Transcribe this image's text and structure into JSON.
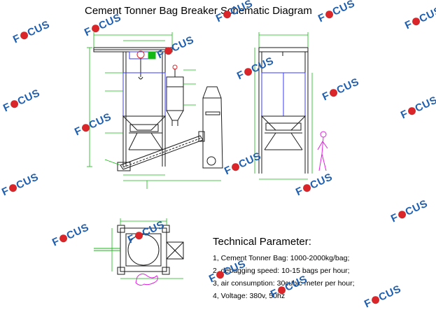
{
  "title": "Cement Tonner Bag Breaker Schematic Diagram",
  "technical": {
    "heading": "Technical Parameter:",
    "items": [
      "1, Cement Tonner Bag: 1000-2000kg/bag;",
      "2, debagging speed: 10-15 bags per hour;",
      "3, air consumption: 30cubic meter per hour;",
      "4, Voltage: 380v, 50hz"
    ]
  },
  "watermark": {
    "prefix": "F",
    "suffix": "CUS"
  },
  "colors": {
    "outline": "#1a1a1a",
    "dimension": "#14b814",
    "accent_red": "#d8262b",
    "frame_blue": "#3a3aff",
    "figure_magenta": "#e020e0",
    "watermark_blue": "#1f5fb0"
  }
}
